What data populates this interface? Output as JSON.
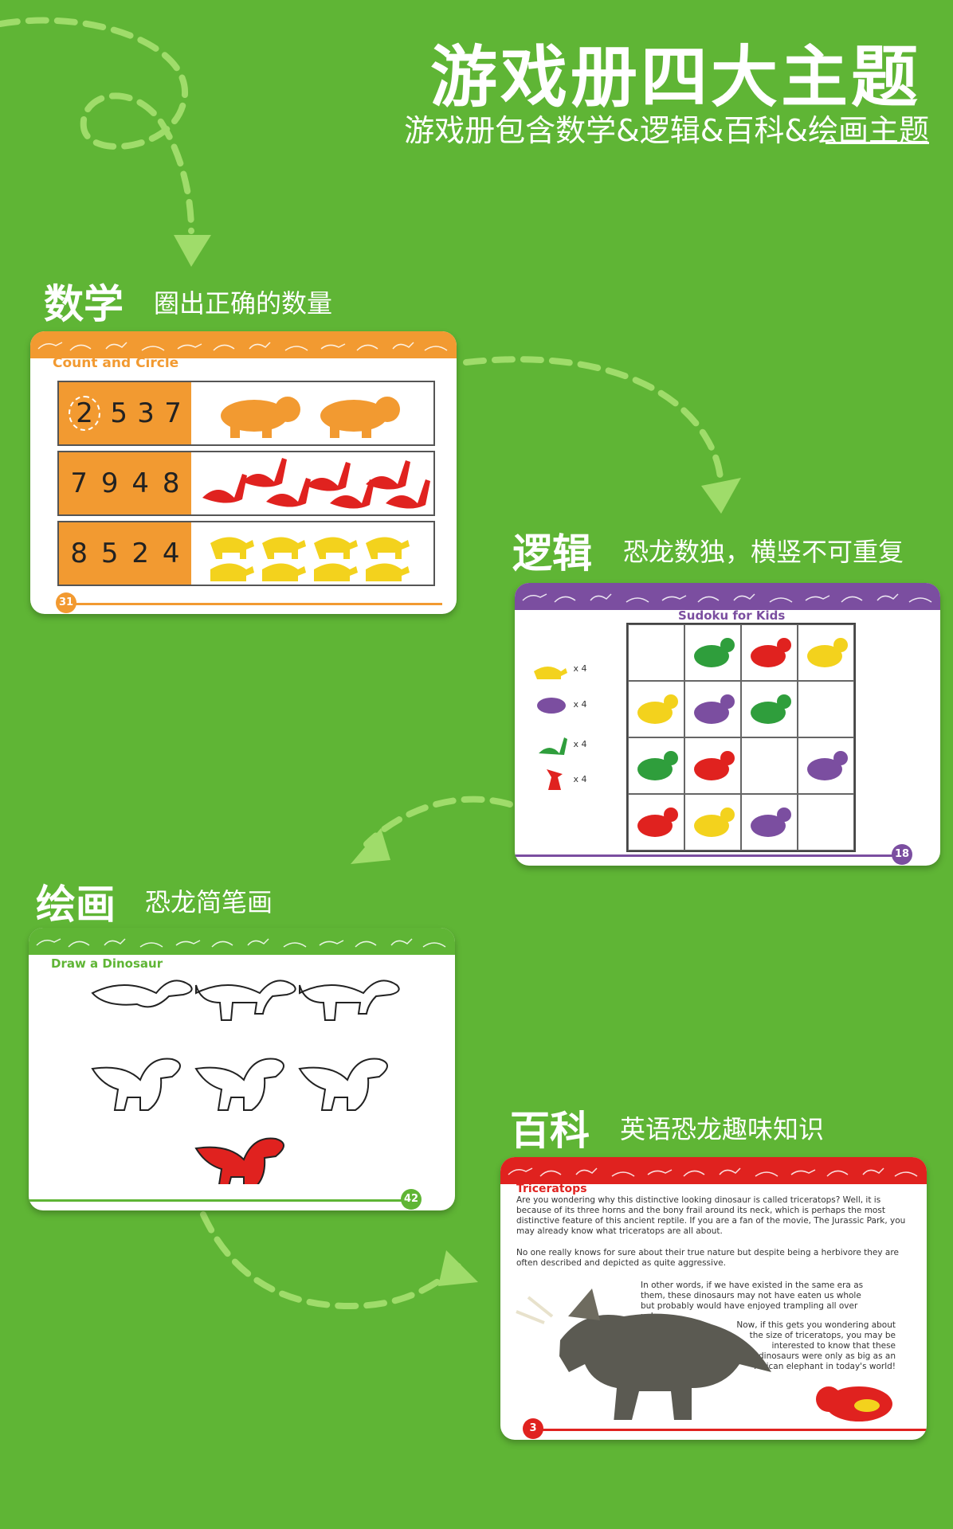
{
  "header": {
    "title": "游戏册四大主题",
    "subtitle": "游戏册包含数学&逻辑&百科&绘画主题"
  },
  "colors": {
    "background": "#5fb535",
    "math": "#f29a31",
    "logic": "#7b4ea0",
    "drawing": "#5fb535",
    "encyclopedia": "#e0221f"
  },
  "sections": {
    "math": {
      "heading": "数学",
      "desc": "圈出正确的数量",
      "card_title": "Count and Circle",
      "page": "31",
      "rows": [
        {
          "nums": [
            "2",
            "5",
            "3",
            "7"
          ],
          "count": 2,
          "dino": "orange-triceratops"
        },
        {
          "nums": [
            "7",
            "9",
            "4",
            "8"
          ],
          "count": 8,
          "dino": "red-brontosaurus"
        },
        {
          "nums": [
            "8",
            "5",
            "2",
            "4"
          ],
          "count": 8,
          "dino": "yellow-tyrannosaurus"
        }
      ]
    },
    "logic": {
      "heading": "逻辑",
      "desc": "恐龙数独，横竖不可重复",
      "card_title": "Sudoku for Kids",
      "page": "18",
      "legend": [
        {
          "color": "#f3d21d",
          "label": "x 4"
        },
        {
          "color": "#7b4ea0",
          "label": "x 4"
        },
        {
          "color": "#2f9e3c",
          "label": "x 4"
        },
        {
          "color": "#e0221f",
          "label": "x 4"
        }
      ],
      "grid": [
        [
          "",
          "#2f9e3c",
          "#e0221f",
          "#f3d21d"
        ],
        [
          "#f3d21d",
          "#7b4ea0",
          "#2f9e3c",
          ""
        ],
        [
          "#2f9e3c",
          "#e0221f",
          "",
          "#7b4ea0"
        ],
        [
          "#e0221f",
          "#f3d21d",
          "#7b4ea0",
          ""
        ]
      ]
    },
    "drawing": {
      "heading": "绘画",
      "desc": "恐龙简笔画",
      "card_title": "Draw a Dinosaur",
      "page": "42"
    },
    "encyclopedia": {
      "heading": "百科",
      "desc": "英语恐龙趣味知识",
      "card_title": "Triceratops",
      "page": "3",
      "para1": "Are you wondering why this distinctive looking dinosaur is called triceratops?  Well, it is because of its three horns and the bony frail around its neck, which is perhaps the most distinctive feature of this ancient reptile. If you are a fan of the movie, The Jurassic Park, you may already know what triceratops are all about.",
      "para2": "No one really knows for sure about their true nature but despite being a herbivore they are often described and depicted as quite aggressive.",
      "para3": "In other words, if we have existed in the same era as them, these dinosaurs may not have eaten us whole but probably would have enjoyed trampling all over us!",
      "para4": "Now, if this gets you wondering about the size of triceratops, you may be interested to know that these dinosaurs were only as big as an African elephant in today's world!"
    }
  }
}
